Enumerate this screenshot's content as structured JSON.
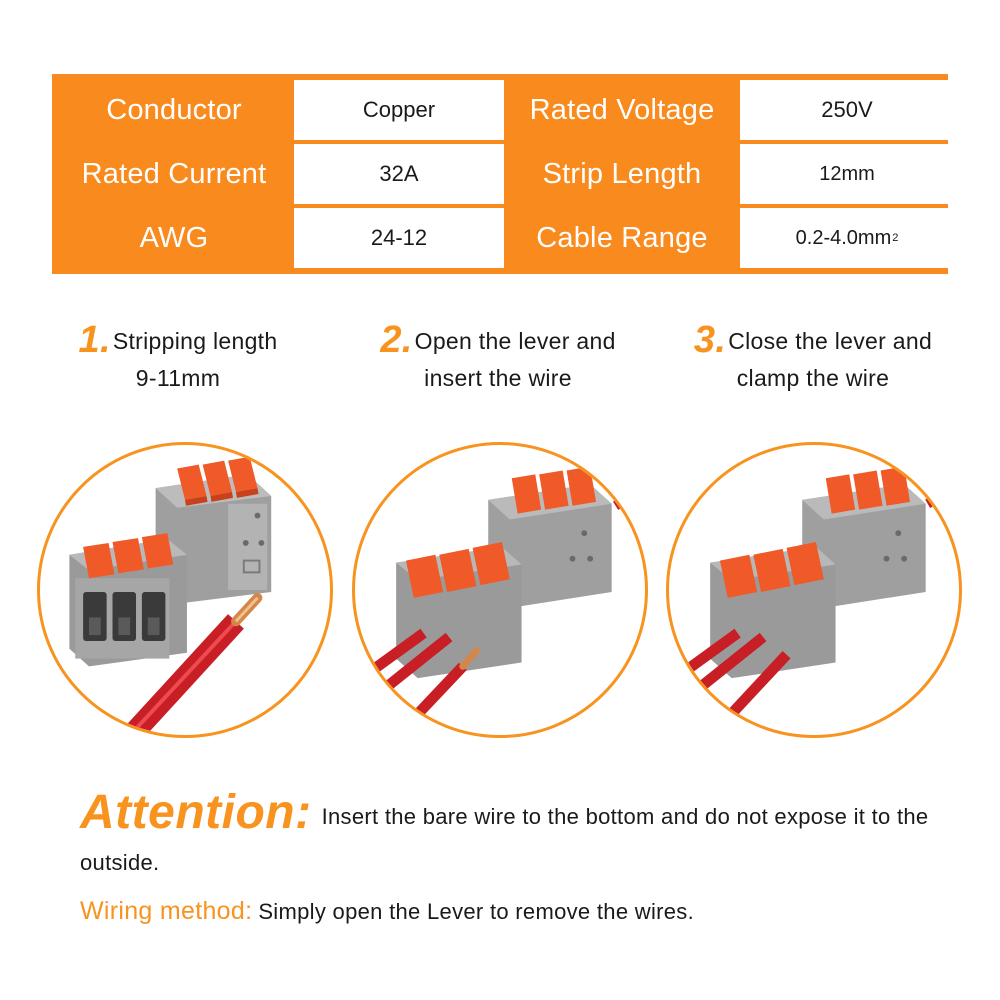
{
  "spec_table": {
    "rows": [
      [
        {
          "label": "Conductor",
          "value": "Copper"
        },
        {
          "label": "Rated Voltage",
          "value": "250V"
        }
      ],
      [
        {
          "label": "Rated Current",
          "value": "32A"
        },
        {
          "label": "Strip Length",
          "value": "12mm"
        }
      ],
      [
        {
          "label": "AWG",
          "value": "24-12"
        },
        {
          "label": "Cable Range",
          "value": "0.2-4.0mm",
          "value_sup": "2"
        }
      ]
    ]
  },
  "steps": [
    {
      "number": "1.",
      "line1": "Stripping length",
      "line2": "9-11mm"
    },
    {
      "number": "2.",
      "line1": "Open the lever and",
      "line2": "insert the wire"
    },
    {
      "number": "3.",
      "line1": "Close the lever and",
      "line2": "clamp the wire"
    }
  ],
  "attention": {
    "heading": "Attention:",
    "text": "Insert the bare wire to the bottom and do not expose it to the outside."
  },
  "wiring": {
    "heading": "Wiring method:",
    "text": "Simply open the Lever to remove the wires."
  },
  "colors": {
    "accent": "#f7931e",
    "table_bg": "#f98a1e",
    "connector_gray": "#a9a9a9",
    "lever_orange": "#f05a28",
    "wire_red": "#d8232a",
    "copper": "#d4874a"
  },
  "images": [
    "connector-stripped-wire-photo",
    "connector-open-lever-photo",
    "connector-clamped-wire-photo"
  ]
}
